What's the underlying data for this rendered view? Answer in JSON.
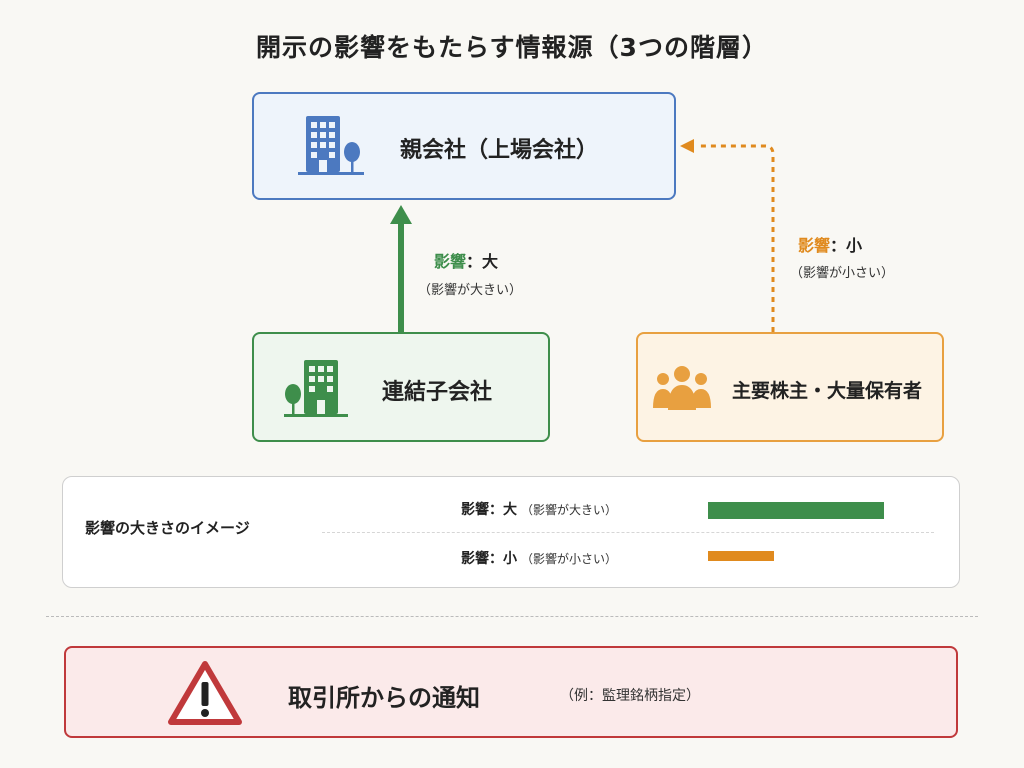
{
  "title": "開示の影響をもたらす情報源（3つの階層）",
  "parent": {
    "label": "親会社（上場会社）",
    "icon": "office-building-icon"
  },
  "subsidiary": {
    "label": "連結子会社",
    "icon": "office-building-icon",
    "influence_prefix": "影響",
    "influence_sep": "：",
    "influence_value": "大",
    "influence_note": "（影響が大きい）"
  },
  "shareholders": {
    "label": "主要株主・大量保有者",
    "icon": "people-group-icon",
    "influence_prefix": "影響",
    "influence_sep": "：",
    "influence_value": "小",
    "influence_note": "（影響が小さい）"
  },
  "legend": {
    "title": "影響の大きさのイメージ",
    "large": {
      "label": "影響：大",
      "note": "（影響が大きい）",
      "level": 1.0
    },
    "small": {
      "label": "影響：小",
      "note": "（影響が小さい）",
      "level": 0.375
    }
  },
  "exchange": {
    "label": "取引所からの通知",
    "note": "（例：監理銘柄指定）",
    "icon": "warning-triangle-icon"
  },
  "colors": {
    "parent": "#4c79c0",
    "subsidiary": "#3e8e4b",
    "shareholders": "#e8a040",
    "exchange": "#c0393b"
  }
}
